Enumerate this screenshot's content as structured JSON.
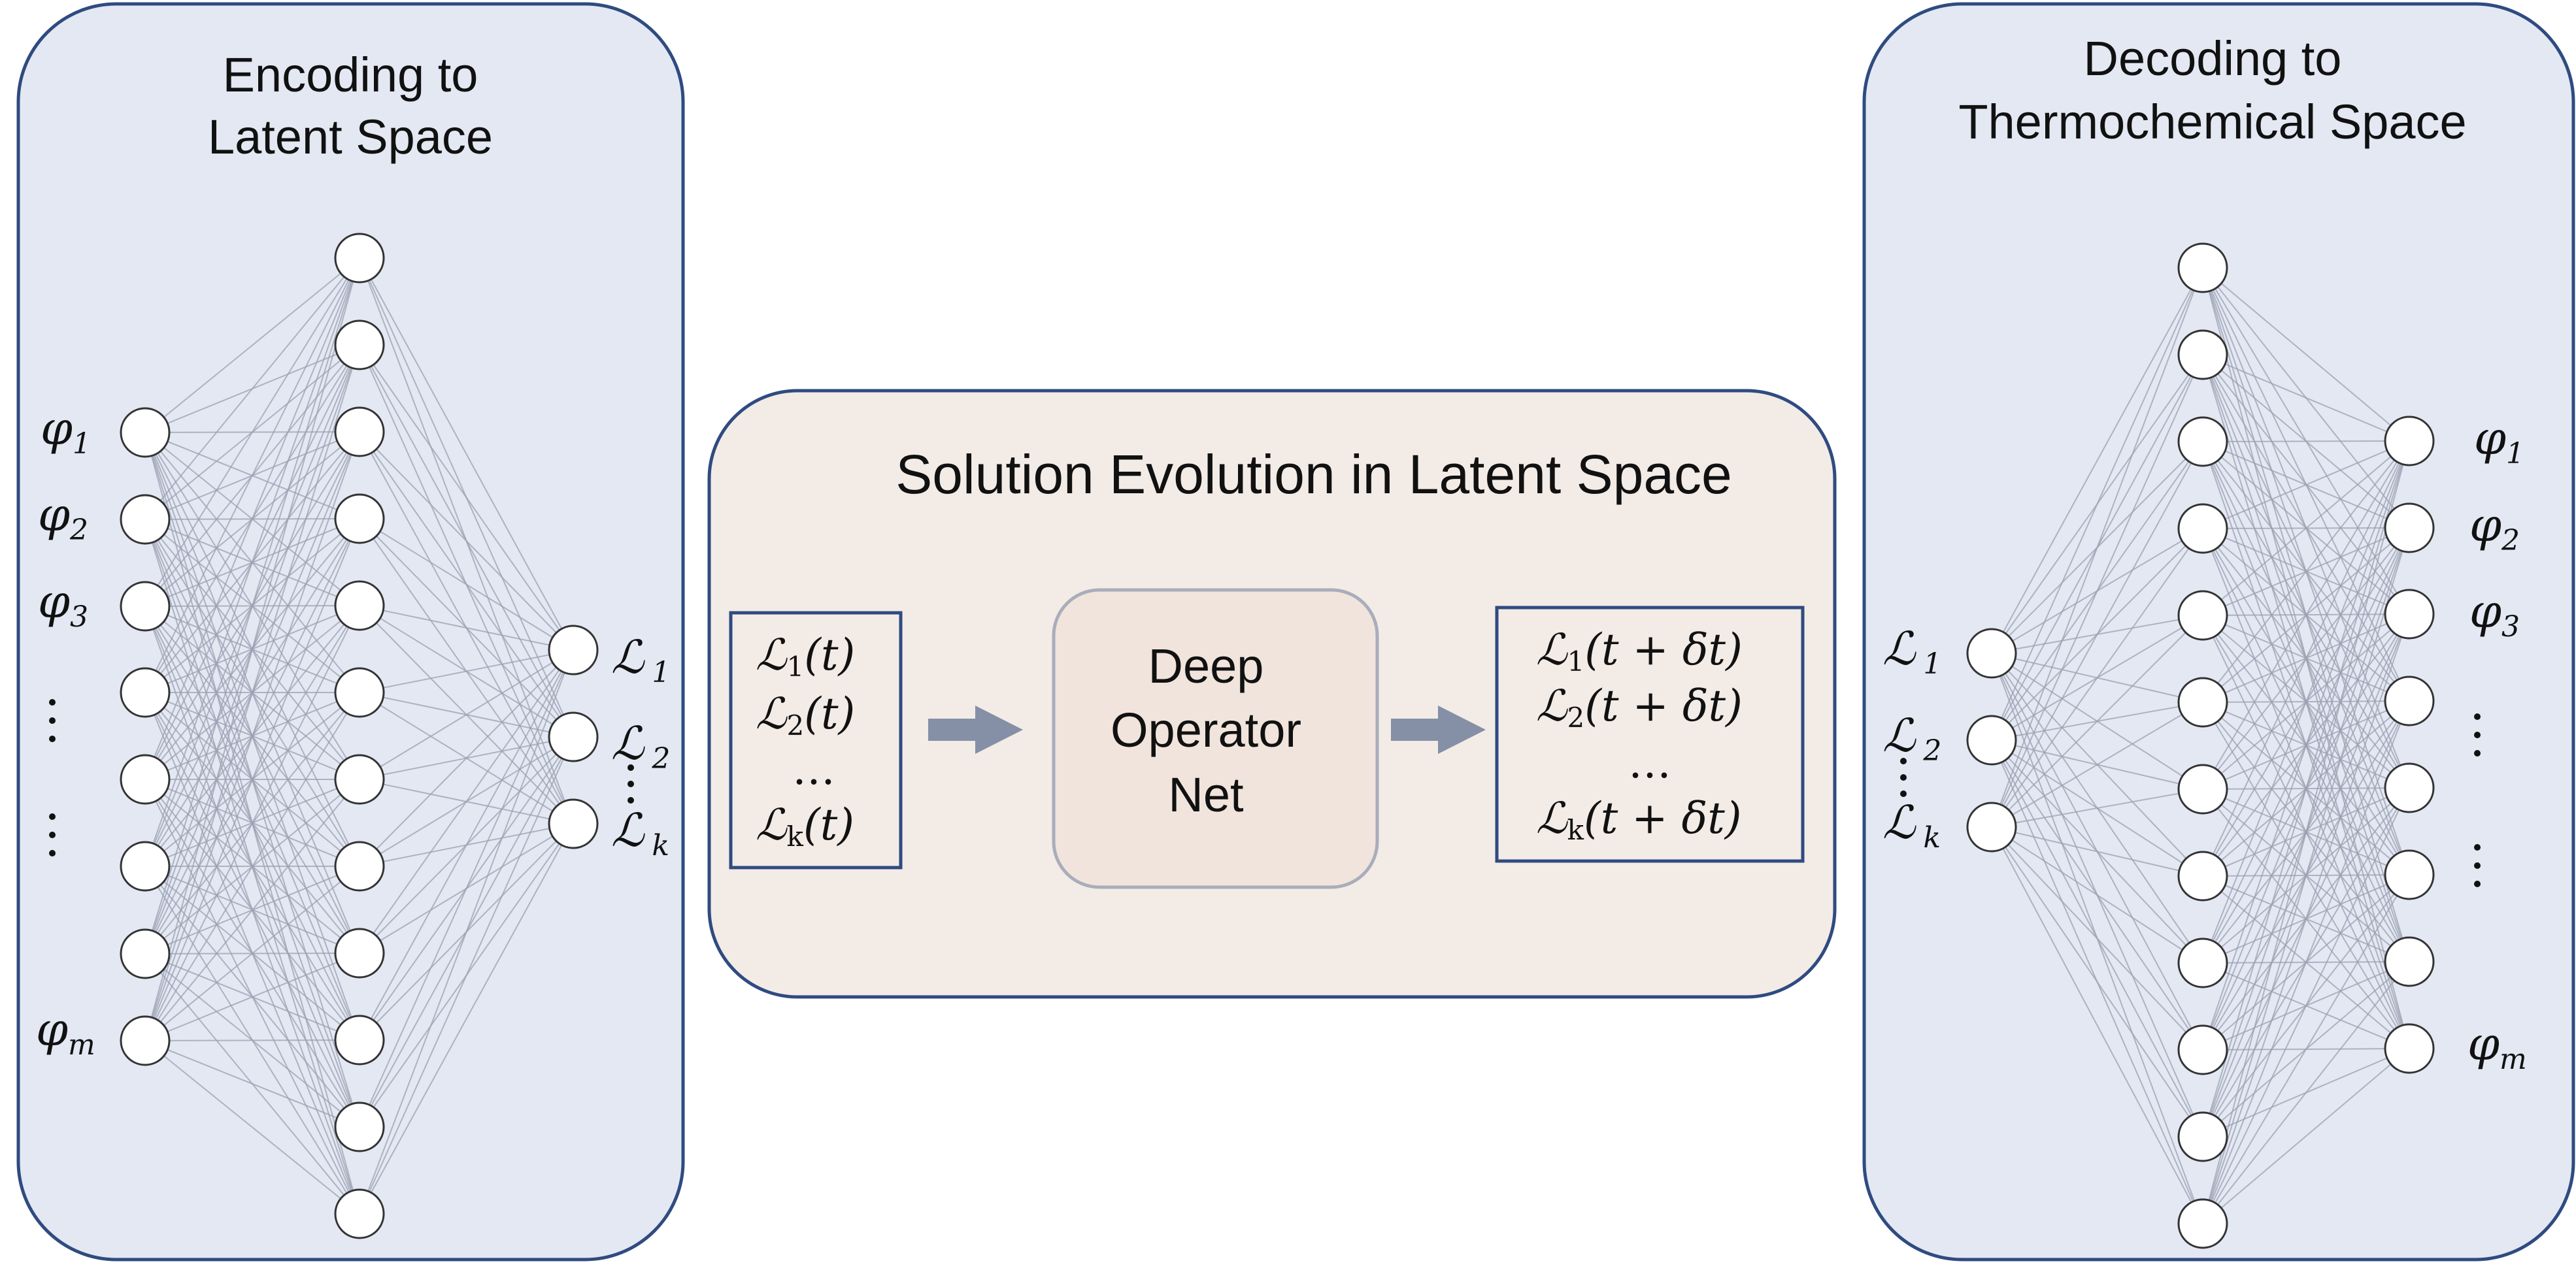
{
  "encoder": {
    "title_line1": "Encoding to",
    "title_line2": "Latent Space",
    "input_labels": [
      {
        "sym": "φ",
        "sub": "1"
      },
      {
        "sym": "φ",
        "sub": "2"
      },
      {
        "sym": "φ",
        "sub": "3"
      },
      {
        "sym": "φ",
        "sub": "m"
      }
    ],
    "latent_labels": [
      {
        "sym": "ℒ",
        "sub": "1"
      },
      {
        "sym": "ℒ",
        "sub": "2"
      },
      {
        "sym": "ℒ",
        "sub": "k"
      }
    ]
  },
  "evolution": {
    "title": "Solution Evolution in Latent Space",
    "input_state": [
      "(t)",
      "(t)",
      "…",
      "(t)"
    ],
    "input_subs": [
      "1",
      "2",
      "",
      "k"
    ],
    "operator_line1": "Deep",
    "operator_line2": "Operator",
    "operator_line3": "Net",
    "output_state": [
      "(t + δt)",
      "(t + δt)",
      "…",
      "(t + δt)"
    ],
    "output_subs": [
      "1",
      "2",
      "",
      "k"
    ],
    "latent_symbol": "ℒ"
  },
  "decoder": {
    "title_line1": "Decoding to",
    "title_line2": "Thermochemical Space",
    "latent_labels": [
      {
        "sym": "ℒ",
        "sub": "1"
      },
      {
        "sym": "ℒ",
        "sub": "2"
      },
      {
        "sym": "ℒ",
        "sub": "k"
      }
    ],
    "output_labels": [
      {
        "sym": "φ",
        "sub": "1"
      },
      {
        "sym": "φ",
        "sub": "2"
      },
      {
        "sym": "φ",
        "sub": "3"
      },
      {
        "sym": "φ",
        "sub": "m"
      }
    ]
  },
  "colors": {
    "encoder_panel_fill": "#e3e8f3",
    "decoder_panel_fill": "#e3e8f3",
    "panel_stroke": "#2f4b80",
    "evolution_panel_fill": "#f3ebe6",
    "operator_fill": "#f0e4dc",
    "operator_stroke": "#a9adbb",
    "arrow_fill": "#8590a6",
    "edge_stroke": "#9aa0b0",
    "node_stroke": "#333333"
  }
}
